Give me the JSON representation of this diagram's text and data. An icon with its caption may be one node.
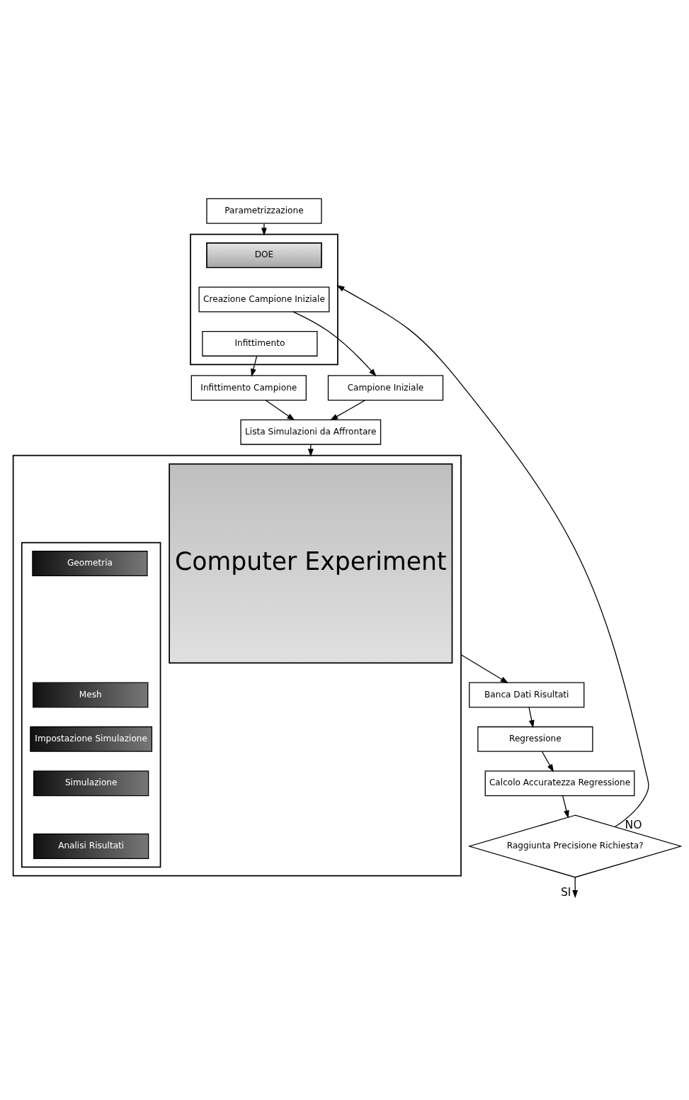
{
  "diagram": {
    "nodes": [
      {
        "text": [
          "Parametrizzazione"
        ]
      },
      {
        "text": [],
        "shape": "box"
      },
      {
        "text": [
          "DOE"
        ],
        "in": 1
      },
      {
        "text": [
          "Creazione Campione Iniziale"
        ],
        "in": 1
      },
      {
        "text": [
          "Infittimento"
        ],
        "in": 1
      },
      {
        "text": [
          "Campione Iniziale"
        ]
      },
      {
        "text": [
          "Infittimento Campione"
        ]
      },
      {
        "text": [
          "Lista Simulazioni da Affrontare"
        ]
      },
      {
        "text": [],
        "shape": "box"
      },
      {
        "text": [
          "Computer Experiment"
        ],
        "in": 8
      },
      {
        "text": [],
        "shape": "box",
        "in": 8
      },
      {
        "text": [
          "Geometria"
        ],
        "in": 10
      },
      {
        "text": [
          "Mesh"
        ],
        "in": 10
      },
      {
        "text": [
          "Impostazione Simulazione"
        ],
        "in": 10
      },
      {
        "text": [
          "Simulazione"
        ],
        "in": 10
      },
      {
        "text": [
          "Analisi Risultati"
        ],
        "in": 10
      },
      {
        "text": [
          "Banca Dati Risultati"
        ]
      },
      {
        "text": [
          "Regressione"
        ]
      },
      {
        "text": [
          "Calcolo Accuratezza Regressione"
        ]
      },
      {
        "text": [
          "Raggiunta Precisione Richiesta?"
        ]
      }
    ],
    "edges": [
      {
        "from": 0,
        "to": 1,
        "arrow": "to"
      },
      {
        "from": 3,
        "to": 5,
        "arrow": "to"
      },
      {
        "from": 4,
        "to": 6,
        "arrow": "to"
      },
      {
        "from": 5,
        "to": 7,
        "arrow": "to"
      },
      {
        "from": 6,
        "to": 7,
        "arrow": "to"
      },
      {
        "from": 7,
        "to": 8,
        "arrow": "to"
      },
      {
        "from": 8,
        "to": 16,
        "arrow": "to"
      },
      {
        "from": 16,
        "to": 17,
        "arrow": "to"
      },
      {
        "from": 17,
        "to": 18,
        "arrow": "to"
      },
      {
        "from": 18,
        "to": 19,
        "arrow": "to"
      },
      {
        "from": 19,
        "to": 1,
        "arrow": "to",
        "label": "NO"
      },
      {
        "from": 19,
        "to": null,
        "arrow": "to",
        "label": "SI"
      }
    ]
  }
}
